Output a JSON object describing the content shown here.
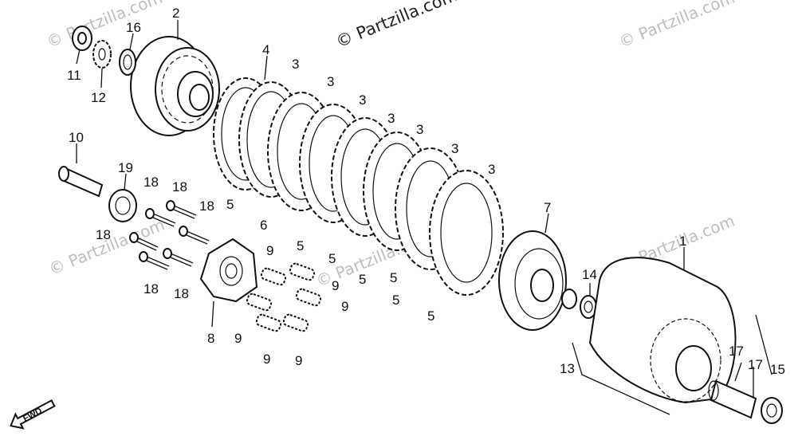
{
  "watermarks": {
    "main": "© Partzilla.com",
    "faint": "© Partzilla.com"
  },
  "fwd_label": "FWD",
  "labels": {
    "l1": "1",
    "l2": "2",
    "l3a": "3",
    "l3b": "3",
    "l3c": "3",
    "l3d": "3",
    "l3e": "3",
    "l3f": "3",
    "l3g": "3",
    "l4": "4",
    "l5a": "5",
    "l5b": "5",
    "l5c": "5",
    "l5d": "5",
    "l5e": "5",
    "l5f": "5",
    "l5g": "5",
    "l6": "6",
    "l7": "7",
    "l8": "8",
    "l9a": "9",
    "l9b": "9",
    "l9c": "9",
    "l9d": "9",
    "l9e": "9",
    "l9f": "9",
    "l10": "10",
    "l11": "11",
    "l12": "12",
    "l13": "13",
    "l14": "14",
    "l15": "15",
    "l16": "16",
    "l17a": "17",
    "l17b": "17",
    "l18a": "18",
    "l18b": "18",
    "l18c": "18",
    "l18d": "18",
    "l18e": "18",
    "l18f": "18",
    "l19": "19"
  },
  "colors": {
    "ink": "#111111",
    "watermark": "#bdbdbd",
    "background": "#ffffff"
  }
}
